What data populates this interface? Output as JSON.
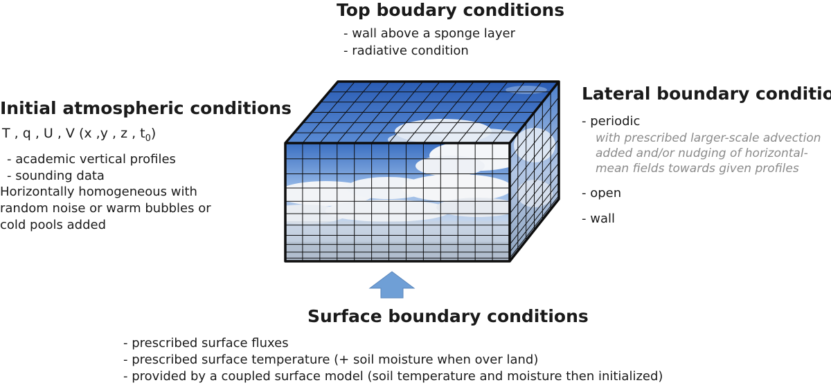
{
  "top": {
    "heading": "Top boudary conditions",
    "items": [
      "- wall above a sponge layer",
      "- radiative condition"
    ]
  },
  "initial": {
    "heading": "Initial atmospheric conditions",
    "formula": "T , q , U , V (x ,y , z , t",
    "formula_sub": "0",
    "formula_close": ")",
    "items": [
      "- academic vertical profiles",
      "- sounding data"
    ],
    "lines": [
      "Horizontally homogeneous with",
      "random noise or warm bubbles or",
      "cold pools added"
    ]
  },
  "lateral": {
    "heading": "Lateral boundary conditions",
    "periodic": "- periodic",
    "periodic_note": [
      "with prescribed larger-scale advection",
      "added and/or nudging of horizontal-",
      "mean fields towards given profiles"
    ],
    "open": "- open",
    "wall": "- wall"
  },
  "surface": {
    "heading": "Surface boundary conditions",
    "items": [
      "- prescribed surface fluxes",
      "- prescribed surface temperature (+ soil moisture when over land)",
      "- provided by a coupled surface model (soil temperature and moisture then initialized)"
    ]
  },
  "colors": {
    "sky_top": "#2f63b8",
    "sky_mid": "#6f9ad8",
    "cloud": "#f2f4f7",
    "arrow": "#6f9fd6",
    "grid": "#0d0d0d"
  }
}
